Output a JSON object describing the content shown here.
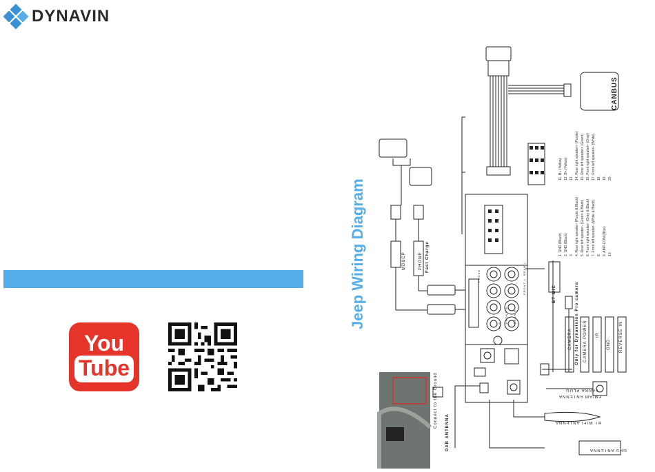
{
  "brand": {
    "name": "DYNAVIN",
    "accent": "#56aee8",
    "logo_color": "#3a8fd6"
  },
  "social": {
    "youtube_top": "You",
    "youtube_bottom": "Tube",
    "qr_icon": "qr-code"
  },
  "diagram": {
    "title": "Jeep Wiring Diagram",
    "canbus": "CANBUS",
    "usb_labels": [
      "MD&CP",
      "PHONE",
      "Fast Charge"
    ],
    "port_labels": [
      "PHONE",
      "REAR L",
      "FRONT L",
      "SUB",
      "REAR R",
      "FRONT R"
    ],
    "connectors": [
      "BT MIC",
      "CAMERA",
      "Only for Dynavision Pro camera",
      "CAMERA POWER",
      "IR",
      "GND",
      "REVERSE IN"
    ],
    "antennas": [
      "FM/AM ANTENNA",
      "FAKRA PLUG",
      "BT WIFI ANTENNA",
      "GPS ANTENNA",
      "DAB ANTENNA",
      "Connect to the Ground"
    ],
    "pins_left": [
      "1. GND (Black)",
      "2. GND (Black)",
      "3.",
      "4. Rear right speaker- (Purple & Black)",
      "5. Rear left speaker- (Green & Black)",
      "6. Front right speaker- (Gray & Black)",
      "7. Front left speaker- (White & Black)",
      "8.",
      "9. AMP-CON (Blue)",
      "10."
    ],
    "pins_right": [
      "11. B+ (Yellow)",
      "12. B+ (Yellow)",
      "13.",
      "14. Rear right speaker+ (Purple)",
      "15. Rear left speaker+ (Green)",
      "16. Front right speaker+ (Gray)",
      "17. Front left speaker+ (White)",
      "18.",
      "19.",
      "20."
    ]
  }
}
